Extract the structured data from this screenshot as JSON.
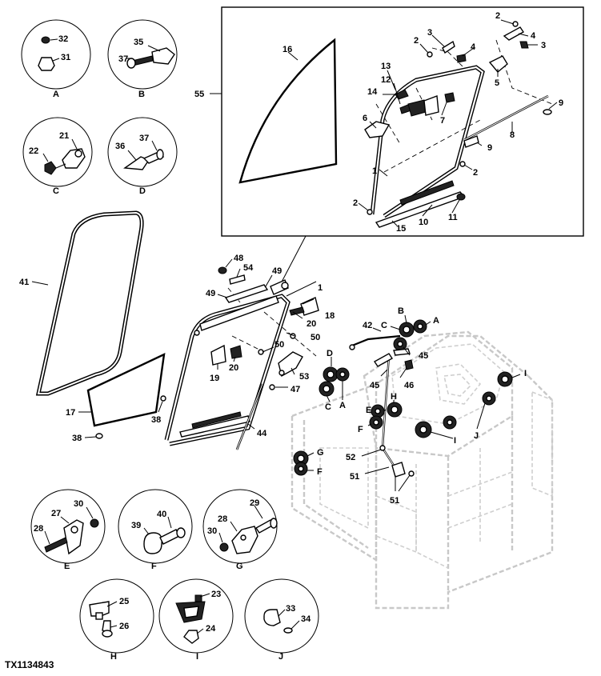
{
  "drawing_id": "TX1134843",
  "inset_label": "55",
  "callouts": {
    "c32": "32",
    "c31": "31",
    "cA": "A",
    "c35": "35",
    "c37b": "37",
    "cB": "B",
    "c21": "21",
    "c22": "22",
    "cC": "C",
    "c36": "36",
    "c37d": "37",
    "cD": "D",
    "c16": "16",
    "c2a": "2",
    "c3a": "3",
    "c4a": "4",
    "c2b": "2",
    "c4b": "4",
    "c3b": "3",
    "c5": "5",
    "c13": "13",
    "c12": "12",
    "c14": "14",
    "c6": "6",
    "c7": "7",
    "c9a": "9",
    "c8": "8",
    "c9b": "9",
    "c1a": "1",
    "c2c": "2",
    "c2d": "2",
    "c10": "10",
    "c11": "11",
    "c15": "15",
    "c41": "41",
    "c48": "48",
    "c54": "54",
    "c49a": "49",
    "c49b": "49",
    "c1b": "1",
    "c18": "18",
    "c20a": "20",
    "c50a": "50",
    "c50b": "50",
    "c19": "19",
    "c20b": "20",
    "c53": "53",
    "c47": "47",
    "c17": "17",
    "c38a": "38",
    "c38b": "38",
    "c44": "44",
    "c42": "42",
    "cCm": "C",
    "cBm": "B",
    "cAm": "A",
    "c45a": "45",
    "c45b": "45",
    "c46": "46",
    "cDm": "D",
    "cAm2": "A",
    "cCm2": "C",
    "cHm": "H",
    "cEm": "E",
    "cFm": "F",
    "cIm": "I",
    "cJm": "J",
    "cIm2": "I",
    "cGm": "G",
    "cFm2": "F",
    "c52": "52",
    "c51a": "51",
    "c51b": "51",
    "c27": "27",
    "c30a": "30",
    "c28a": "28",
    "cE": "E",
    "c39": "39",
    "c40": "40",
    "cF": "F",
    "c28b": "28",
    "c29": "29",
    "c30b": "30",
    "cG": "G",
    "c25": "25",
    "c26": "26",
    "cH": "H",
    "c23": "23",
    "c24": "24",
    "cI": "I",
    "c33": "33",
    "c34": "34",
    "cJ": "J"
  }
}
